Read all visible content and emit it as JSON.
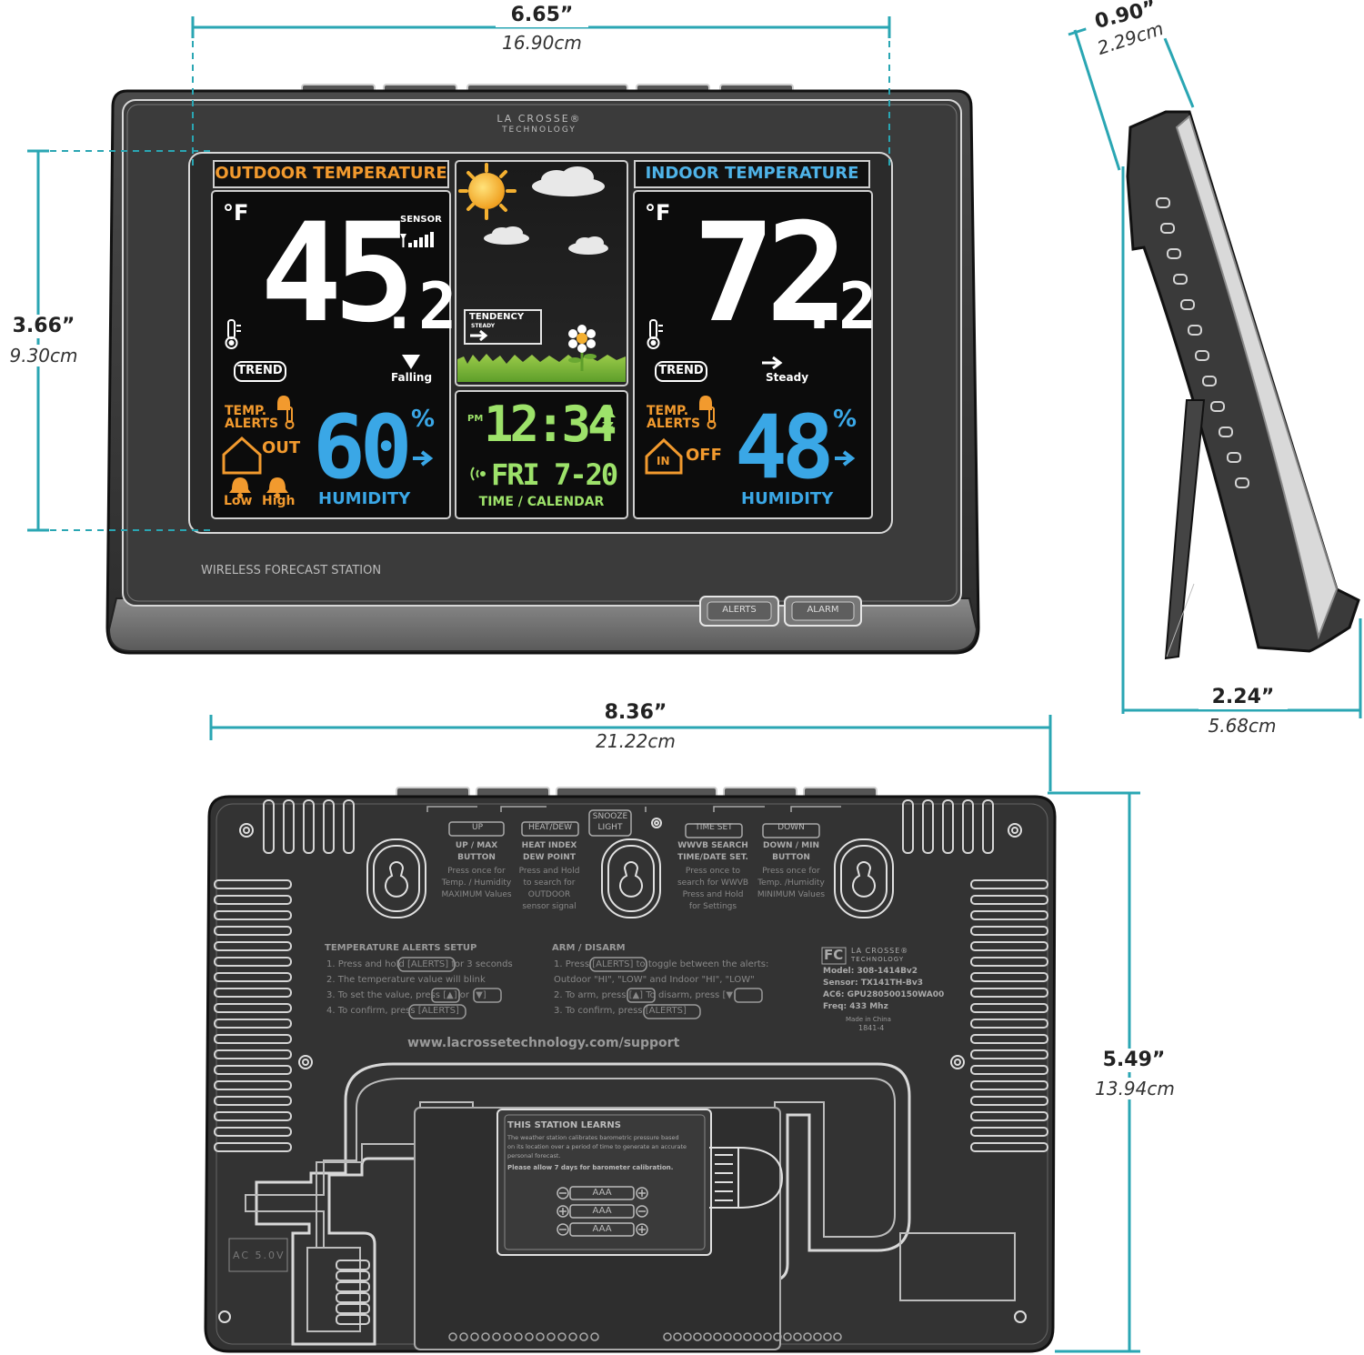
{
  "dimensions": {
    "front_width": {
      "inch": "6.65”",
      "cm": "16.90cm"
    },
    "front_height": {
      "inch": "3.66”",
      "cm": "9.30cm"
    },
    "side_depth": {
      "inch": "0.90”",
      "cm": "2.29cm"
    },
    "stand_depth": {
      "inch": "2.24”",
      "cm": "5.68cm"
    },
    "back_width": {
      "inch": "8.36”",
      "cm": "21.22cm"
    },
    "back_height": {
      "inch": "5.49”",
      "cm": "13.94cm"
    }
  },
  "front": {
    "brand_line1": "LA CROSSE®",
    "brand_line2": "TECHNOLOGY",
    "model_label": "WIRELESS FORECAST STATION",
    "button_alerts": "ALERTS",
    "button_alarm": "ALARM",
    "outdoor": {
      "header": "OUTDOOR TEMPERATURE",
      "unit": "°F",
      "sensor_label": "SENSOR",
      "temp_main": "45",
      "temp_decimal": ".2",
      "trend_label": "TREND",
      "trend_text": "Falling",
      "alerts_label_1": "TEMP.",
      "alerts_label_2": "ALERTS",
      "out_label": "OUT",
      "low_label": "Low",
      "high_label": "High",
      "humidity_value": "60",
      "percent": "%",
      "humidity_label": "HUMIDITY"
    },
    "forecast": {
      "tendency_label": "TENDENCY",
      "tendency_value": "STEADY"
    },
    "clock": {
      "pm": "PM",
      "time": "12:34",
      "zz": "zz",
      "date": "FRI 7-20",
      "label": "TIME / CALENDAR"
    },
    "indoor": {
      "header": "INDOOR TEMPERATURE",
      "unit": "°F",
      "temp_main": "72",
      "temp_decimal": ".2",
      "trend_label": "TREND",
      "trend_text": "Steady",
      "alerts_label_1": "TEMP.",
      "alerts_label_2": "ALERTS",
      "in_label": "IN",
      "off_label": "OFF",
      "humidity_value": "48",
      "percent": "%",
      "humidity_label": "HUMIDITY"
    }
  },
  "back": {
    "buttons": [
      {
        "key": "UP",
        "title1": "UP / MAX",
        "title2": "BUTTON",
        "desc": [
          "Press once for",
          "Temp. / Humidity",
          "MAXIMUM Values"
        ]
      },
      {
        "key": "HEAT/DEW",
        "title1": "HEAT INDEX",
        "title2": "DEW POINT",
        "desc": [
          "Press and Hold",
          "to search for",
          "OUTDOOR",
          "sensor signal"
        ]
      },
      {
        "key": "TIME SET",
        "title1": "WWVB SEARCH",
        "title2": "TIME/DATE SET.",
        "desc": [
          "Press once to",
          "search for WWVB",
          "Press and Hold",
          "for Settings"
        ]
      },
      {
        "key": "DOWN",
        "title1": "DOWN / MIN",
        "title2": "BUTTON",
        "desc": [
          "Press once for",
          "Temp. /Humidity",
          "MINIMUM Values"
        ]
      }
    ],
    "snooze_1": "SNOOZE",
    "snooze_2": "LIGHT",
    "alerts_setup": {
      "title": "TEMPERATURE ALERTS SETUP",
      "lines": [
        "1. Press and hold [ALERTS] for 3 seconds",
        "2. The temperature value will blink",
        "3. To set the value, press [▲] or [▼]",
        "4. To confirm, press [ALERTS]"
      ]
    },
    "arm_disarm": {
      "title": "ARM / DISARM",
      "lines": [
        "1. Press [ALERTS] to toggle between the alerts:",
        "Outdoor \"HI\", \"LOW\" and Indoor \"HI\", \"LOW\"",
        "2. To arm, press [▲]  To disarm, press [▼]",
        "3. To confirm, press [ALERTS]"
      ]
    },
    "fcc": {
      "fc": "FC",
      "brand_1": "LA CROSSE®",
      "brand_2": "TECHNOLOGY",
      "model": "Model: 308-1414Bv2",
      "sensor": "Sensor: TX141TH-Bv3",
      "acg": "AC6: GPU280500150WA00",
      "freq": "Freq: 433 Mhz",
      "made": "Made in China",
      "code": "1841-4"
    },
    "url": "www.lacrossetechnology.com/support",
    "learns": {
      "title": "THIS STATION LEARNS",
      "body": [
        "The weather station calibrates barometric pressure based",
        "on its location over a period of time to generate an accurate",
        "personal forecast."
      ],
      "note": "Please allow 7 days for barometer calibration."
    },
    "batteries": [
      "AAA",
      "AAA",
      "AAA"
    ],
    "ac_label": "AC 5.0V"
  },
  "colors": {
    "dimension_line": "#2aa6b3",
    "outdoor_orange": "#f29a2e",
    "indoor_blue": "#4fb3e8",
    "humidity_blue": "#3aa7e6",
    "clock_green": "#9de26a",
    "housing": "#3a3a3a"
  }
}
